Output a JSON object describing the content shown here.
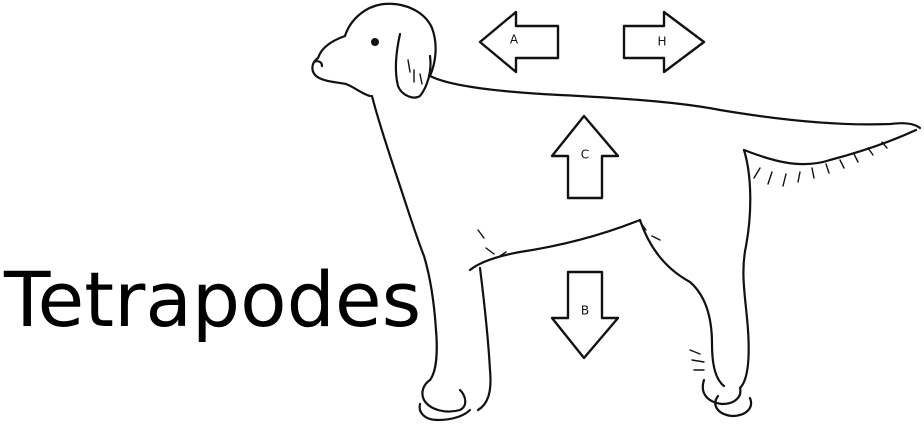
{
  "title": "Tetrapodes",
  "arrows": {
    "anterior": "A",
    "posterior": "H",
    "dorsal": "C",
    "ventral": "B"
  }
}
